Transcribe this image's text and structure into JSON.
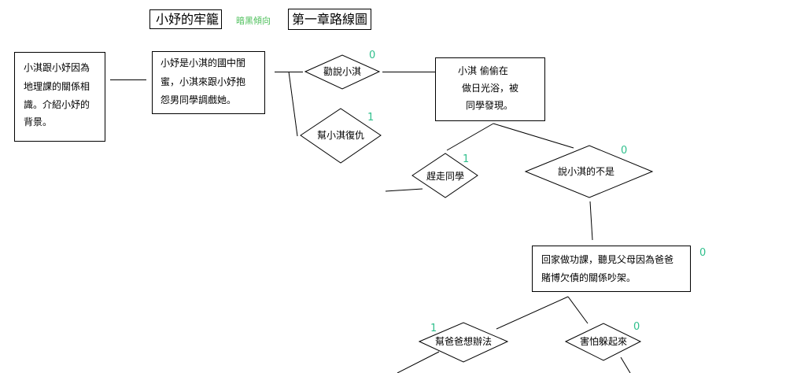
{
  "header": {
    "title": "小妤的牢籠",
    "tag": "暗黑傾向",
    "chapter": "第一章路線圖"
  },
  "nodes": {
    "intro": [
      "小淇跟小妤因為",
      "地理課的關係相",
      "識。介紹小妤的",
      "背景。"
    ],
    "friend": [
      "小妤是小淇的國中閨",
      "蜜，小淇來跟小妤抱",
      "怨男同學調戲她。"
    ],
    "sunbath": [
      "小淇 偷偷在",
      "做日光浴，被",
      "同學發現。"
    ],
    "home": [
      "回家做功課，聽見父母因為爸爸",
      "賭博欠債的關係吵架。"
    ]
  },
  "choices": {
    "persuade": {
      "label": "勸說小淇",
      "score": "0"
    },
    "revenge": {
      "label": "幫小淇復仇",
      "score": "1"
    },
    "chase": {
      "label": "趕走同學",
      "score": "1"
    },
    "blame": {
      "label": "說小淇的不是",
      "score": "0"
    },
    "help_dad": {
      "label": "幫爸爸想辦法",
      "score": "1"
    },
    "hide": {
      "label": "害怕躲起來",
      "score": "0"
    }
  },
  "home_score": "0",
  "colors": {
    "score": "#2fbf8c",
    "tag": "#4cbf5a",
    "line": "#000000"
  }
}
